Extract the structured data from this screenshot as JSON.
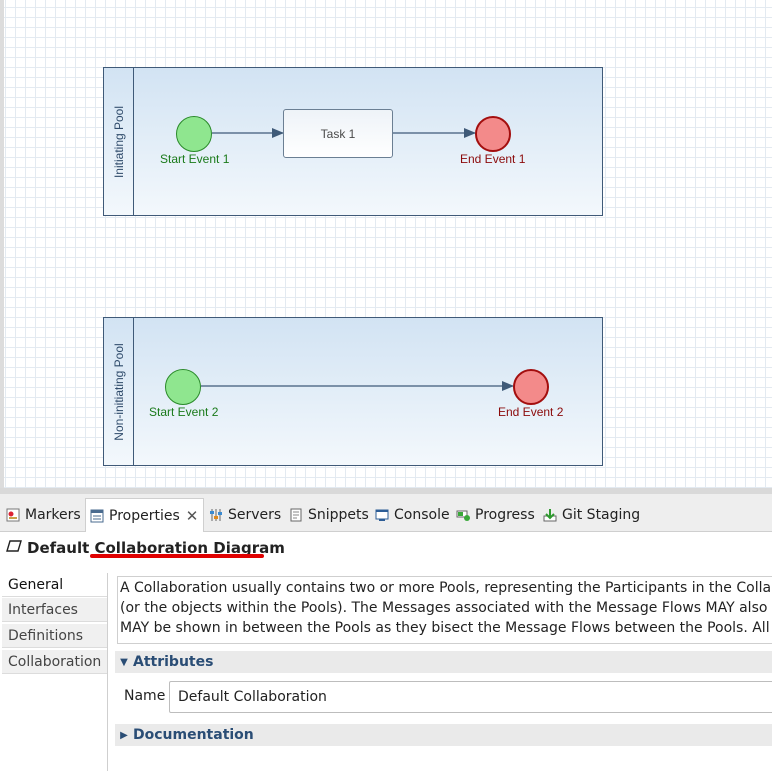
{
  "diagram": {
    "pools": [
      {
        "label": "Initiating Pool"
      },
      {
        "label": "Non-initiating Pool"
      }
    ],
    "pool1": {
      "start_event": "Start Event 1",
      "task": "Task 1",
      "end_event": "End Event 1"
    },
    "pool2": {
      "start_event": "Start Event 2",
      "end_event": "End Event 2"
    }
  },
  "tabs": [
    {
      "label": "Markers",
      "icon": "markers-icon"
    },
    {
      "label": "Properties",
      "icon": "properties-icon",
      "active": true
    },
    {
      "label": "Servers",
      "icon": "servers-icon"
    },
    {
      "label": "Snippets",
      "icon": "snippets-icon"
    },
    {
      "label": "Console",
      "icon": "console-icon"
    },
    {
      "label": "Progress",
      "icon": "progress-icon"
    },
    {
      "label": "Git Staging",
      "icon": "git-staging-icon"
    }
  ],
  "properties": {
    "title": "Default Collaboration Diagram",
    "side_tabs": [
      "General",
      "Interfaces",
      "Definitions",
      "Collaboration"
    ],
    "description_lines": [
      "A Collaboration usually contains two or more Pools, representing the Participants in the Collaboration",
      "(or the objects within the Pools). The Messages associated with the Message Flows MAY also",
      "MAY be shown in between the Pools as they bisect the Message Flows between the Pools. All"
    ],
    "attributes_label": "Attributes",
    "name_label": "Name",
    "name_value": "Default Collaboration",
    "documentation_label": "Documentation"
  },
  "colors": {
    "start_event_fill": "#8fe68f",
    "end_event_fill": "#f38a8a",
    "pool_border": "#3f5a78",
    "highlight_underline": "#e00000"
  }
}
